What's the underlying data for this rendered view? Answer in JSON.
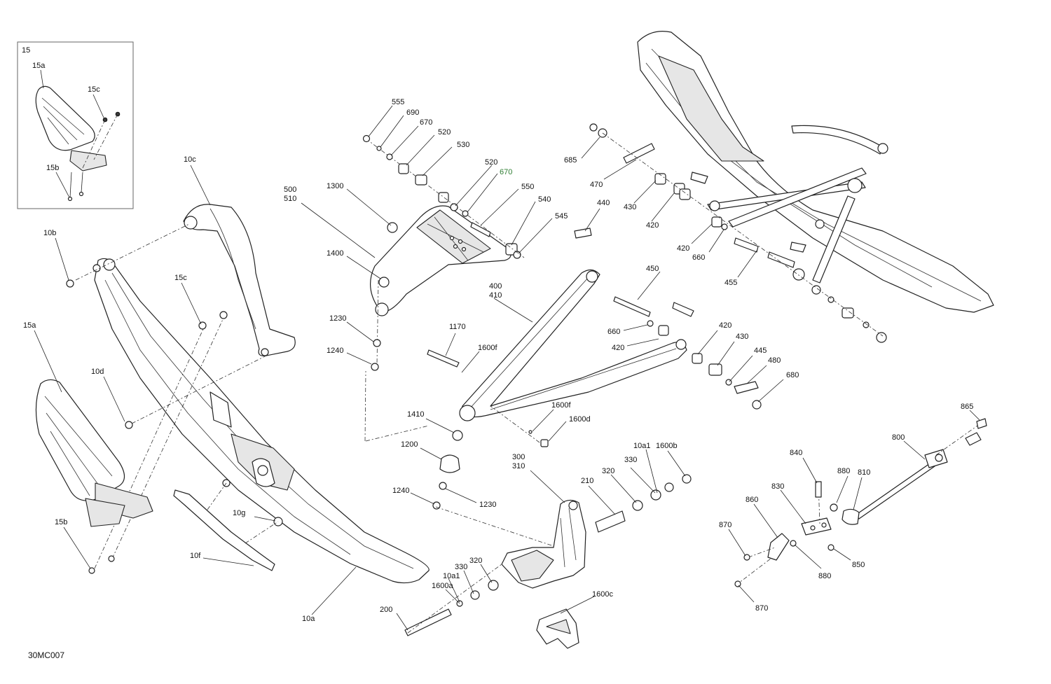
{
  "diagram": {
    "drawing_code": "30MC007",
    "inset": {
      "title": "15"
    },
    "callouts": [
      {
        "label": "15a"
      },
      {
        "label": "15c"
      },
      {
        "label": "15b"
      },
      {
        "label": "10c"
      },
      {
        "label": "10b"
      },
      {
        "label": "15c"
      },
      {
        "label": "15a"
      },
      {
        "label": "10d"
      },
      {
        "label": "15b"
      },
      {
        "label": "10g"
      },
      {
        "label": "10f"
      },
      {
        "label": "10a"
      },
      {
        "label": "555"
      },
      {
        "label": "690"
      },
      {
        "label": "670"
      },
      {
        "label": "520"
      },
      {
        "label": "530"
      },
      {
        "label": "520"
      },
      {
        "label": "670",
        "color": "#2e7d32"
      },
      {
        "label": "550"
      },
      {
        "label": "540"
      },
      {
        "label": "545"
      },
      {
        "label": "500"
      },
      {
        "label": "510"
      },
      {
        "label": "1300"
      },
      {
        "label": "1400"
      },
      {
        "label": "1230"
      },
      {
        "label": "1240"
      },
      {
        "label": "685"
      },
      {
        "label": "470"
      },
      {
        "label": "430"
      },
      {
        "label": "420"
      },
      {
        "label": "440"
      },
      {
        "label": "420"
      },
      {
        "label": "660"
      },
      {
        "label": "455"
      },
      {
        "label": "400"
      },
      {
        "label": "410"
      },
      {
        "label": "450"
      },
      {
        "label": "1170"
      },
      {
        "label": "1600f"
      },
      {
        "label": "660"
      },
      {
        "label": "420"
      },
      {
        "label": "420"
      },
      {
        "label": "430"
      },
      {
        "label": "445"
      },
      {
        "label": "480"
      },
      {
        "label": "680"
      },
      {
        "label": "1600f"
      },
      {
        "label": "1600d"
      },
      {
        "label": "1410"
      },
      {
        "label": "1200"
      },
      {
        "label": "1240"
      },
      {
        "label": "1230"
      },
      {
        "label": "300"
      },
      {
        "label": "310"
      },
      {
        "label": "10a1"
      },
      {
        "label": "1600b"
      },
      {
        "label": "330"
      },
      {
        "label": "320"
      },
      {
        "label": "210"
      },
      {
        "label": "330"
      },
      {
        "label": "320"
      },
      {
        "label": "10a1"
      },
      {
        "label": "1600a"
      },
      {
        "label": "200"
      },
      {
        "label": "1600c"
      },
      {
        "label": "865"
      },
      {
        "label": "800"
      },
      {
        "label": "840"
      },
      {
        "label": "880"
      },
      {
        "label": "810"
      },
      {
        "label": "830"
      },
      {
        "label": "860"
      },
      {
        "label": "870"
      },
      {
        "label": "850"
      },
      {
        "label": "880"
      },
      {
        "label": "870"
      }
    ]
  }
}
